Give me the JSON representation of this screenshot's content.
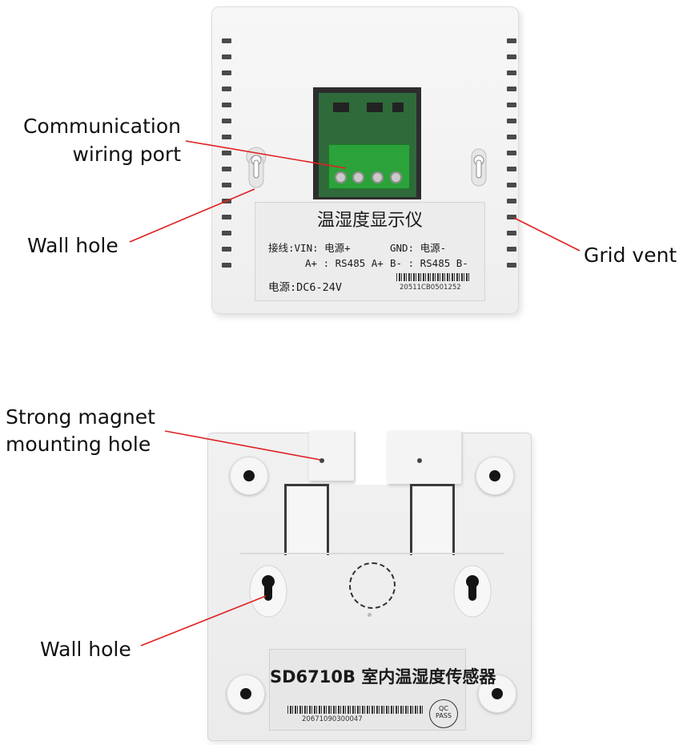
{
  "callouts": {
    "comm_port_line1": "Communication",
    "comm_port_line2": "wiring port",
    "wall_hole_top": "Wall hole",
    "grid_vent": "Grid vent",
    "magnet_line1": "Strong magnet",
    "magnet_line2": "mounting hole",
    "wall_hole_bottom": "Wall hole"
  },
  "top_label": {
    "title": "温湿度显示仪",
    "row1_left": "接线:VIN: 电源+",
    "row1_right": "GND: 电源-",
    "row2_left": "A+ : RS485 A+",
    "row2_right": "B- : RS485 B-",
    "power": "电源:DC6-24V",
    "serial": "20511CB0501252"
  },
  "bottom_label": {
    "title": "SD6710B 室内温湿度传感器",
    "serial": "20671090300047",
    "qc_line1": "QC",
    "qc_line2": "PASS"
  },
  "colors": {
    "callout_line": "#e02020",
    "pcb_green": "#2f6a3a",
    "terminal_green": "#2ca23a",
    "housing": "#f1f1f1"
  }
}
